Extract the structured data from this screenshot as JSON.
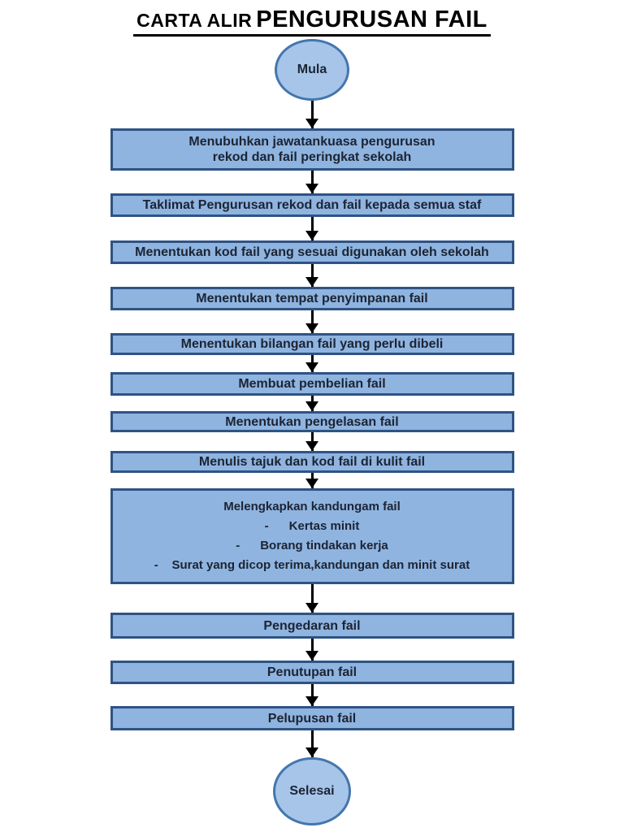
{
  "title": {
    "prefix": "CARTA ALIR",
    "main": "PENGURUSAN FAIL"
  },
  "flow": {
    "start_label": "Mula",
    "end_label": "Selesai",
    "steps": [
      {
        "lines": [
          "Menubuhkan jawatankuasa pengurusan",
          "rekod dan fail peringkat sekolah"
        ]
      },
      {
        "lines": [
          "Taklimat Pengurusan rekod dan fail kepada semua staf"
        ]
      },
      {
        "lines": [
          "Menentukan kod fail yang sesuai digunakan oleh sekolah"
        ]
      },
      {
        "lines": [
          "Menentukan tempat penyimpanan fail"
        ]
      },
      {
        "lines": [
          "Menentukan bilangan fail yang perlu dibeli"
        ]
      },
      {
        "lines": [
          "Membuat pembelian fail"
        ]
      },
      {
        "lines": [
          "Menentukan pengelasan fail"
        ]
      },
      {
        "lines": [
          "Menulis tajuk dan kod fail di kulit fail"
        ]
      },
      {
        "lines": [
          "Melengkapkan kandungam fail",
          "-      Kertas minit",
          "-      Borang tindakan kerja",
          "-    Surat yang dicop terima,kandungan dan minit surat"
        ]
      },
      {
        "lines": [
          "Pengedaran fail"
        ]
      },
      {
        "lines": [
          "Penutupan fail"
        ]
      },
      {
        "lines": [
          "Pelupusan fail"
        ]
      }
    ]
  },
  "colors": {
    "box_fill": "#8FB4E0",
    "box_border": "#2E5385",
    "circle_fill": "#A6C5E9",
    "circle_border": "#4476AE",
    "arrow_color": "#000000",
    "text_color": "#1C2433",
    "title_color": "#000000"
  }
}
